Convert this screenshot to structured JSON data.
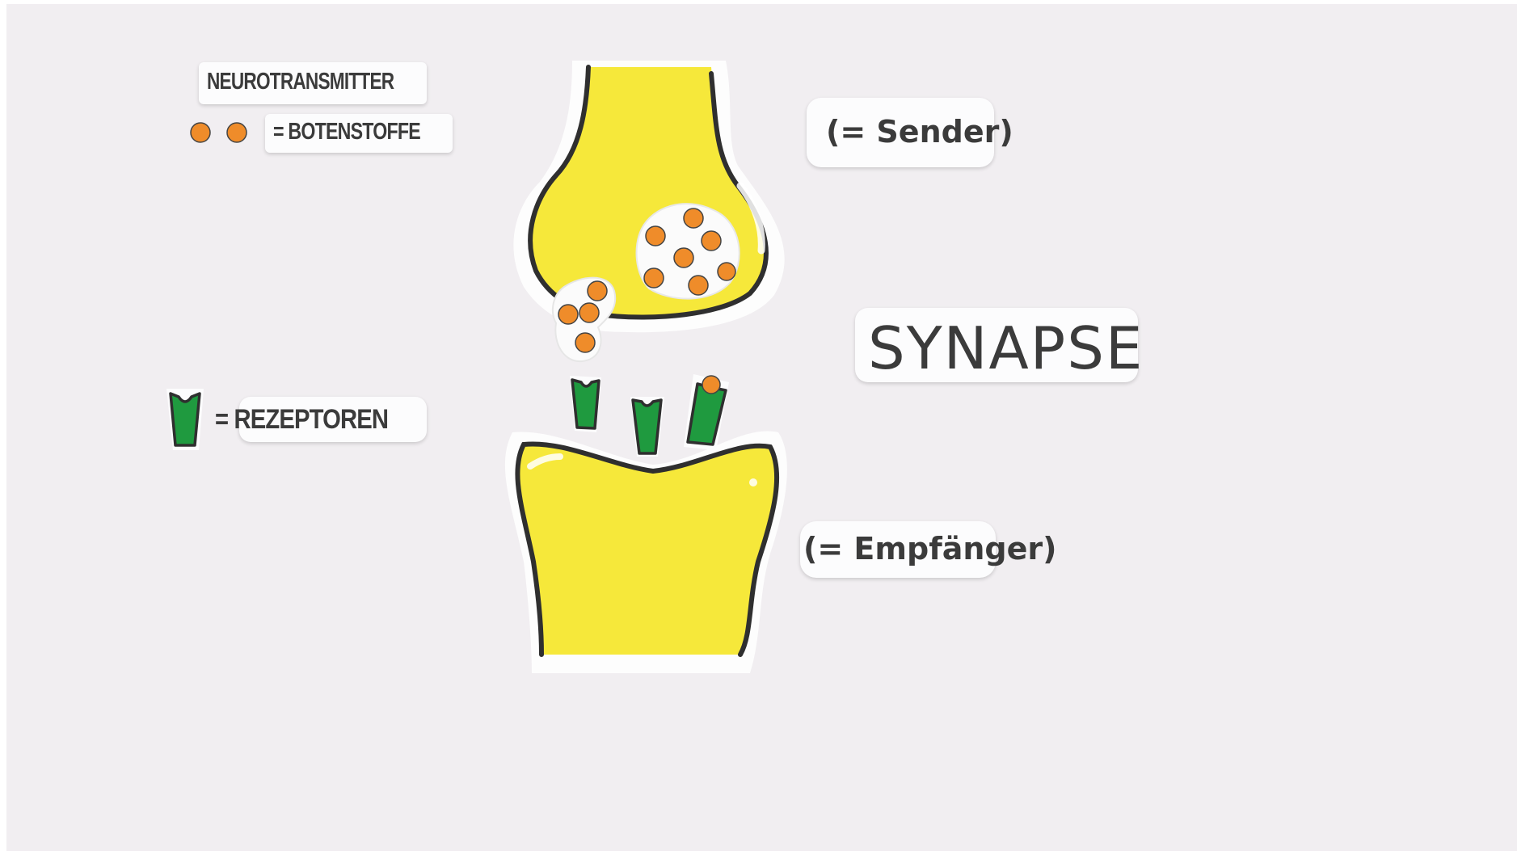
{
  "diagram": {
    "title": "SYNAPSE",
    "legend": {
      "neurotransmitter_heading": "NEUROTRANSMITTER",
      "neurotransmitter_meaning": "= BOTENSTOFFE",
      "receptor_meaning": "= REZEPTOREN"
    },
    "sender_label": "(= Sender)",
    "receiver_label": "(= Empfänger)"
  },
  "colors": {
    "board": "#f1eef1",
    "neuron_fill": "#f6e83a",
    "outline": "#2f2f2f",
    "transmitter": "#ef8c2a",
    "receptor": "#1f9a3f"
  },
  "icons": {
    "transmitter_dot": "orange-circle",
    "receptor": "green-cup"
  }
}
